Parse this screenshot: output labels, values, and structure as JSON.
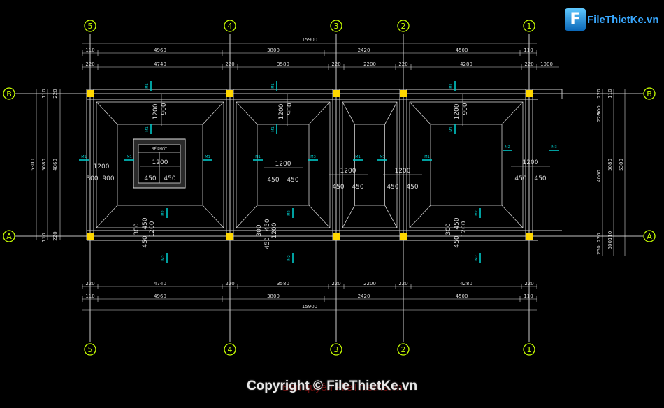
{
  "grid_columns": [
    "5",
    "4",
    "3",
    "2",
    "1"
  ],
  "grid_rows": [
    "B",
    "A"
  ],
  "overall_dim": "15900",
  "outer_dims": [
    "110",
    "4960",
    "3800",
    "2420",
    "4500",
    "110"
  ],
  "inner_dims": [
    "220",
    "4740",
    "220",
    "3580",
    "220",
    "2200",
    "220",
    "4280",
    "220"
  ],
  "overhang_dim": "1000",
  "left_dims": {
    "total": "5300",
    "span": "5080",
    "inner": "4860",
    "top": "110",
    "top2": "220",
    "bottom": "110",
    "bottom2": "220"
  },
  "right_dims": {
    "total": "5300",
    "span": "5080",
    "inner": "4060",
    "top": "110",
    "top2": "220",
    "v1": "900",
    "v2": "220",
    "b1": "110",
    "b2": "500",
    "b3": "220",
    "b4": "250"
  },
  "member_labels": [
    "M1",
    "M2",
    "M3"
  ],
  "detail_dims": [
    "1200",
    "900",
    "450",
    "300"
  ],
  "tank_label": "BỂ PHỐT",
  "logo": {
    "icon": "F",
    "text": "FileThietKe.vn"
  },
  "copyright": "Copyright © FileThietKe.vn",
  "watermark": "Bản quyền FileThietKe.vn",
  "colors": {
    "grid": "#ffffff",
    "bubble": "#c8ff00",
    "dims": "#d8d8d8",
    "column": "#ffd700",
    "section": "#00c8c8"
  }
}
